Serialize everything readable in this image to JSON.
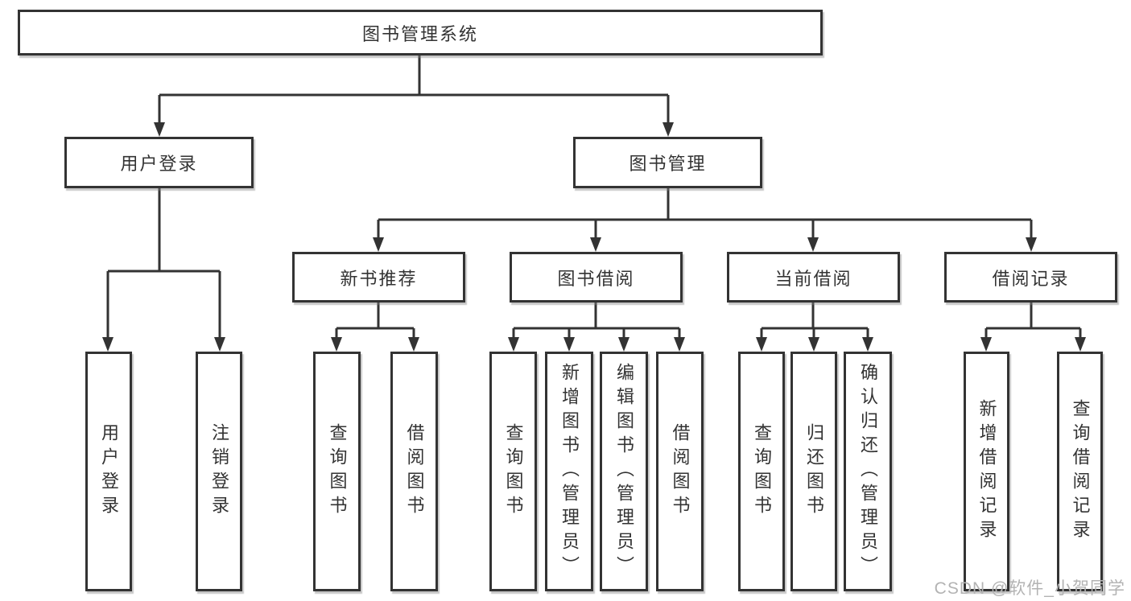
{
  "colors": {
    "line": "#333333",
    "text": "#333333",
    "watermark": "#b3b3b3",
    "background": "#ffffff"
  },
  "watermark": {
    "text": "CSDN @软件_小贺同学"
  },
  "tree": {
    "label": "图书管理系统",
    "children": [
      {
        "label": "用户登录",
        "children": [
          {
            "label": "用户登录"
          },
          {
            "label": "注销登录"
          }
        ]
      },
      {
        "label": "图书管理",
        "children": [
          {
            "label": "新书推荐",
            "children": [
              {
                "label": "查询图书"
              },
              {
                "label": "借阅图书"
              }
            ]
          },
          {
            "label": "图书借阅",
            "children": [
              {
                "label": "查询图书"
              },
              {
                "label": "新增图书（管理员）"
              },
              {
                "label": "编辑图书（管理员）"
              },
              {
                "label": "借阅图书"
              }
            ]
          },
          {
            "label": "当前借阅",
            "children": [
              {
                "label": "查询图书"
              },
              {
                "label": "归还图书"
              },
              {
                "label": "确认归还（管理员）"
              }
            ]
          },
          {
            "label": "借阅记录",
            "children": [
              {
                "label": "新增借阅记录"
              },
              {
                "label": "查询借阅记录"
              }
            ]
          }
        ]
      }
    ]
  }
}
